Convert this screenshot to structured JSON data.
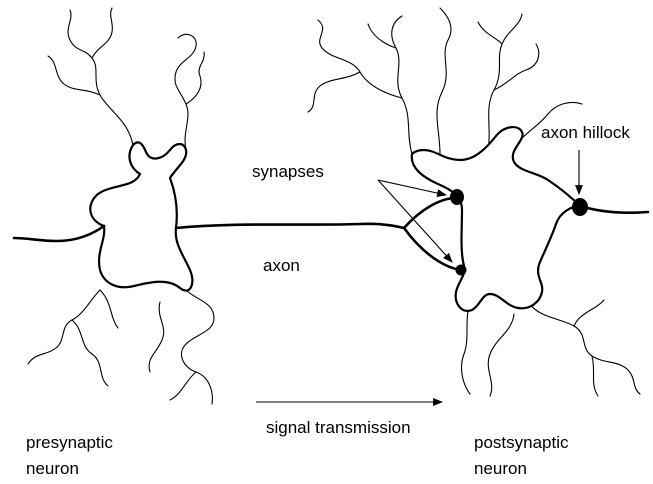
{
  "labels": {
    "synapses": "synapses",
    "axon_hillock": "axon hillock",
    "axon": "axon",
    "signal_transmission": "signal transmission",
    "presynaptic_line1": "presynaptic",
    "presynaptic_line2": "neuron",
    "postsynaptic_line1": "postsynaptic",
    "postsynaptic_line2": "neuron"
  },
  "colors": {
    "line": "#000000",
    "background": "#ffffff"
  }
}
